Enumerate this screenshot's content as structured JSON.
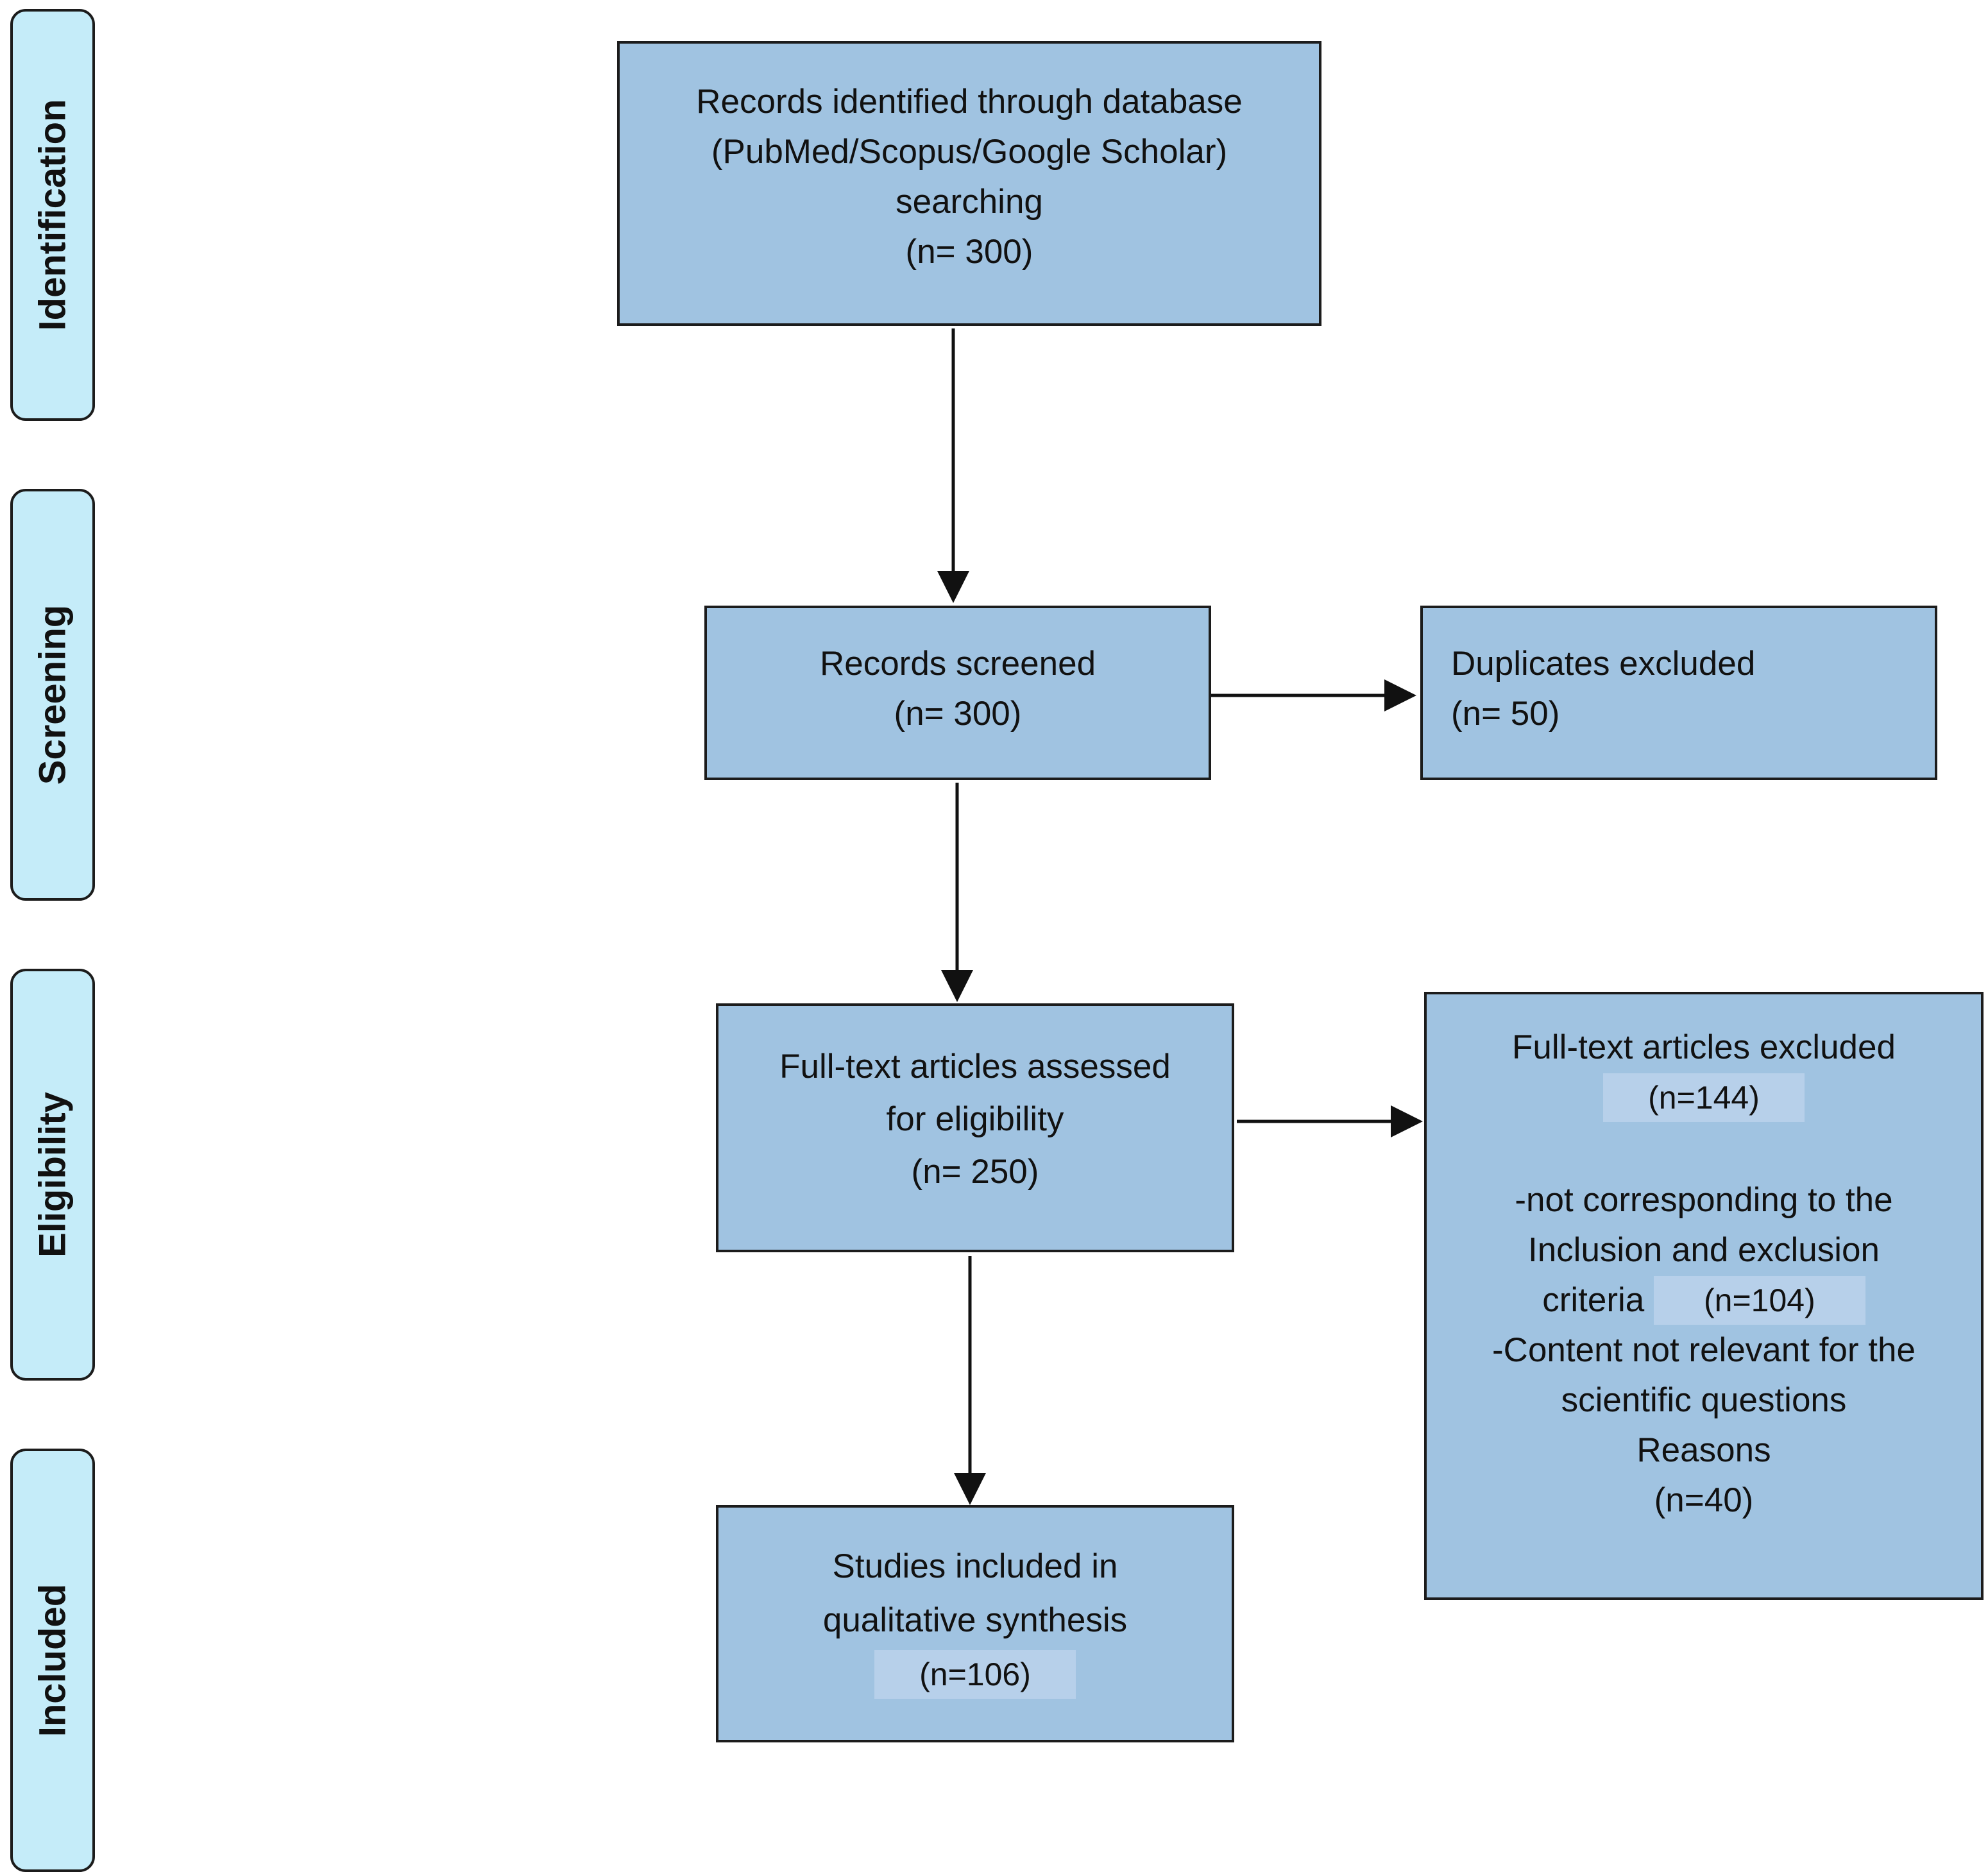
{
  "phases": {
    "identification": "Identification",
    "screening": "Screening",
    "eligibility": "Eligibility",
    "included": "Included"
  },
  "records_identified": {
    "line1": "Records identified through database",
    "line2": "(PubMed/Scopus/Google Scholar)",
    "line3": "searching",
    "count": "(n= 300)"
  },
  "records_screened": {
    "line1": "Records screened",
    "count": "(n= 300)"
  },
  "duplicates_excluded": {
    "line1": "Duplicates excluded",
    "count": "(n= 50)"
  },
  "fulltext_assessed": {
    "line1": "Full-text articles assessed",
    "line2": "for eligibility",
    "count": "(n= 250)"
  },
  "fulltext_excluded": {
    "line1": "Full-text articles excluded",
    "count": "(n=144)",
    "reason1_line1": "-not corresponding to the",
    "reason1_line2": "Inclusion and exclusion",
    "reason1_line3": "criteria",
    "reason1_count": "(n=104)",
    "reason2_line1": "-Content not relevant for the",
    "reason2_line2": "scientific questions",
    "reason2_line3": "Reasons",
    "reason2_count": "(n=40)"
  },
  "studies_included": {
    "line1": "Studies included in",
    "line2": "qualitative synthesis",
    "count": "(n=106)"
  },
  "colors": {
    "phase_fill": "#c5ecf9",
    "box_fill": "#a0c3e1",
    "highlight_fill": "#b7d0ea",
    "stroke": "#1c1c1c"
  }
}
